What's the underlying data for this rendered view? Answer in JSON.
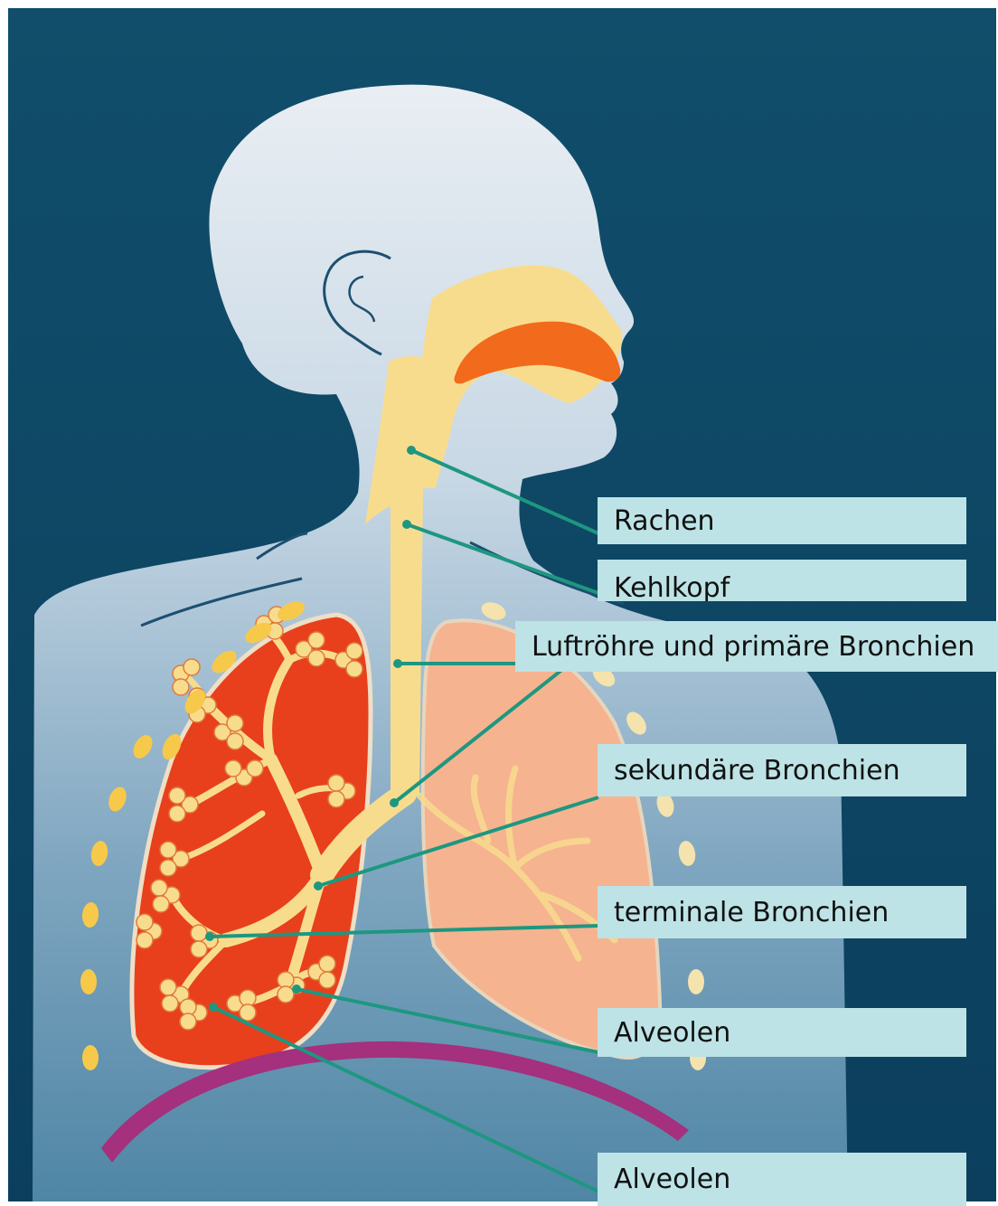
{
  "labels": {
    "rachen": "Rachen",
    "kehlkopf": "Kehlkopf",
    "luftroehre": "Luftröhre und primäre Bronchien",
    "sekundaere": "sekundäre Bronchien",
    "terminale": "terminale Bronchien",
    "alveolen_1": "Alveolen",
    "alveolen_2": "Alveolen"
  },
  "colors": {
    "background_top": "#0f4c68",
    "background_bottom": "#0a3e5c",
    "body": "#c9d9e6",
    "airway": "#f8dc8e",
    "nasal_cavity": "#f26a1b",
    "lung_left": "#e8401c",
    "lung_right": "#f6b390",
    "diaphragm": "#a4307e",
    "rib_dots": "#f7c94a",
    "leader_line": "#1e9780",
    "label_box": "#bde3e6"
  }
}
